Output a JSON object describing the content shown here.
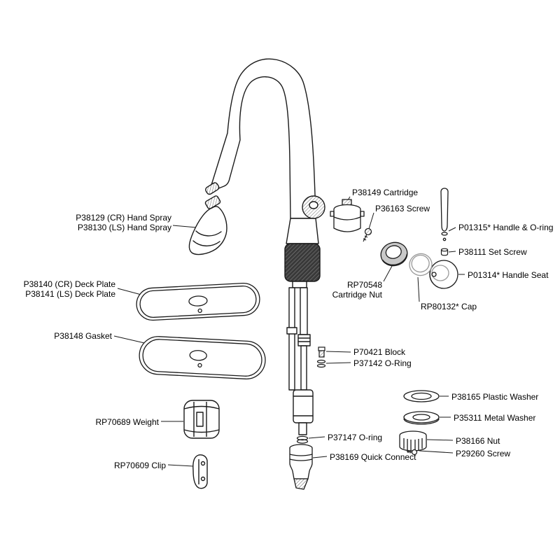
{
  "diagram": {
    "background": "#ffffff",
    "line_color": "#1a1a1a",
    "shade_gray": "#c9c9c9",
    "light_gray": "#999999"
  },
  "parts": [
    {
      "id": "hand-spray",
      "lines": [
        "P38129 (CR) Hand Spray",
        "P38130 (LS) Hand Spray"
      ]
    },
    {
      "id": "deck-plate",
      "lines": [
        "P38140 (CR) Deck Plate",
        "P38141 (LS) Deck Plate"
      ]
    },
    {
      "id": "gasket",
      "lines": [
        "P38148 Gasket"
      ]
    },
    {
      "id": "weight",
      "lines": [
        "RP70689 Weight"
      ]
    },
    {
      "id": "clip",
      "lines": [
        "RP70609 Clip"
      ]
    },
    {
      "id": "cartridge",
      "lines": [
        "P38149 Cartridge"
      ]
    },
    {
      "id": "screw-p36163",
      "lines": [
        "P36163 Screw"
      ]
    },
    {
      "id": "handle-oring",
      "lines": [
        "P01315* Handle & O-ring"
      ]
    },
    {
      "id": "set-screw",
      "lines": [
        "P38111 Set Screw"
      ]
    },
    {
      "id": "handle-seat",
      "lines": [
        "P01314* Handle Seat"
      ]
    },
    {
      "id": "cartridge-nut",
      "lines": [
        "RP70548",
        "Cartridge Nut"
      ]
    },
    {
      "id": "cap",
      "lines": [
        "RP80132* Cap"
      ]
    },
    {
      "id": "block",
      "lines": [
        "P70421 Block"
      ]
    },
    {
      "id": "oring-p37142",
      "lines": [
        "P37142 O-Ring"
      ]
    },
    {
      "id": "plastic-washer",
      "lines": [
        "P38165 Plastic Washer"
      ]
    },
    {
      "id": "metal-washer",
      "lines": [
        "P35311 Metal Washer"
      ]
    },
    {
      "id": "oring-p37147",
      "lines": [
        "P37147 O-ring"
      ]
    },
    {
      "id": "nut",
      "lines": [
        "P38166 Nut"
      ]
    },
    {
      "id": "screw-p29260",
      "lines": [
        "P29260 Screw"
      ]
    },
    {
      "id": "quick-connect",
      "lines": [
        "P38169 Quick Connect"
      ]
    }
  ]
}
